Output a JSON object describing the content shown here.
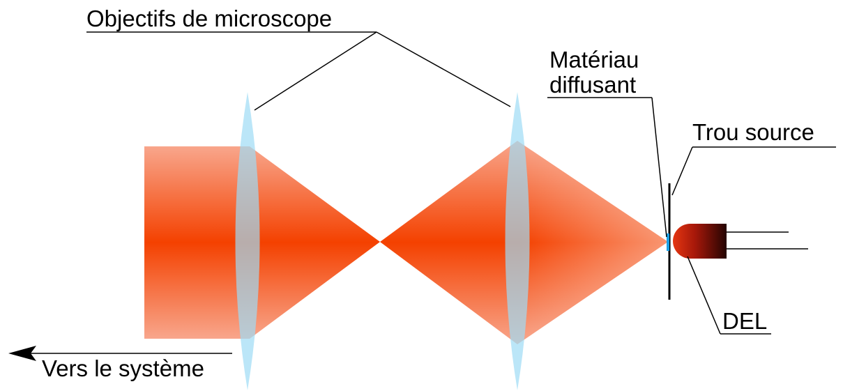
{
  "labels": {
    "objectifs": "Objectifs de microscope",
    "materiau_line1": "Matériau",
    "materiau_line2": "diffusant",
    "trou_source": "Trou source",
    "del": "DEL",
    "vers_systeme": "Vers le système"
  },
  "colors": {
    "beam_core": "#f44100",
    "beam_edge": "#f8a68c",
    "lens": "#9edbf5",
    "led_light": "#e8320e",
    "led_dark": "#2a0503",
    "line": "#000000"
  }
}
